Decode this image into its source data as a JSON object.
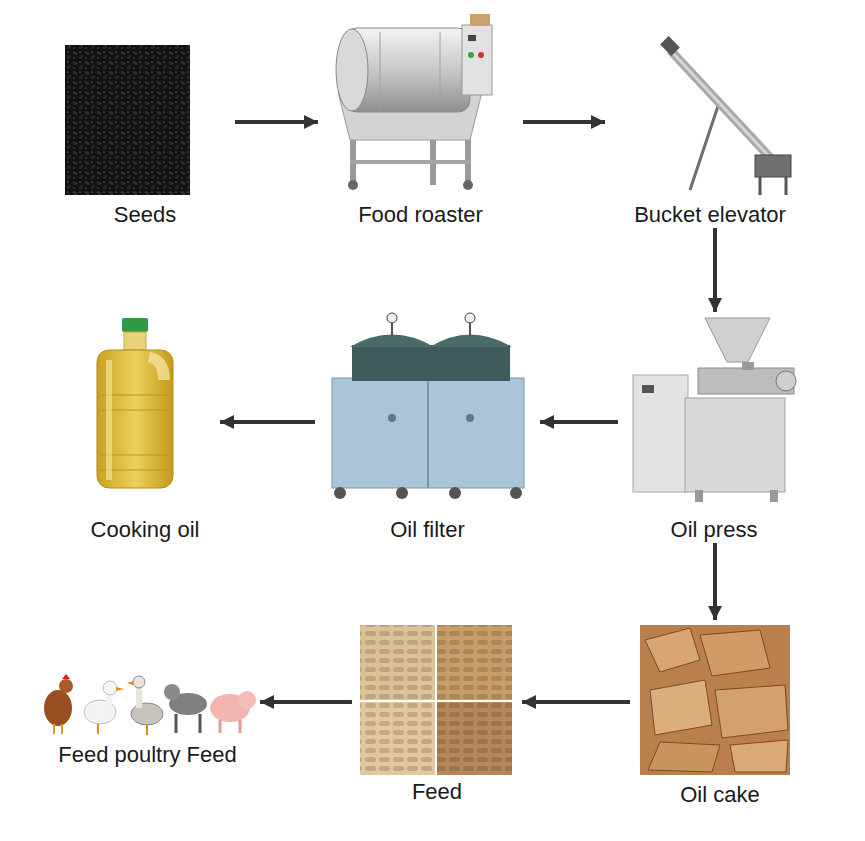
{
  "diagram": {
    "nodes": [
      {
        "text": [
          "Seeds"
        ]
      },
      {
        "text": [
          "Food roaster"
        ]
      },
      {
        "text": [
          "Bucket elevator"
        ]
      },
      {
        "text": [
          "Cooking oil"
        ]
      },
      {
        "text": [
          "Oil filter"
        ]
      },
      {
        "text": [
          "Oil press"
        ]
      },
      {
        "text": [
          "Feed poultry Feed"
        ]
      },
      {
        "text": [
          "Feed"
        ]
      },
      {
        "text": [
          "Oil cake"
        ]
      }
    ],
    "edges": [
      {
        "from": 0,
        "to": 1,
        "arrow": "to"
      },
      {
        "from": 1,
        "to": 2,
        "arrow": "to"
      },
      {
        "from": 2,
        "to": 5,
        "arrow": "to"
      },
      {
        "from": 5,
        "to": 4,
        "arrow": "to"
      },
      {
        "from": 4,
        "to": 3,
        "arrow": "to"
      },
      {
        "from": 5,
        "to": 8,
        "arrow": "to"
      },
      {
        "from": 8,
        "to": 7,
        "arrow": "to"
      },
      {
        "from": 7,
        "to": 6,
        "arrow": "to"
      }
    ]
  }
}
